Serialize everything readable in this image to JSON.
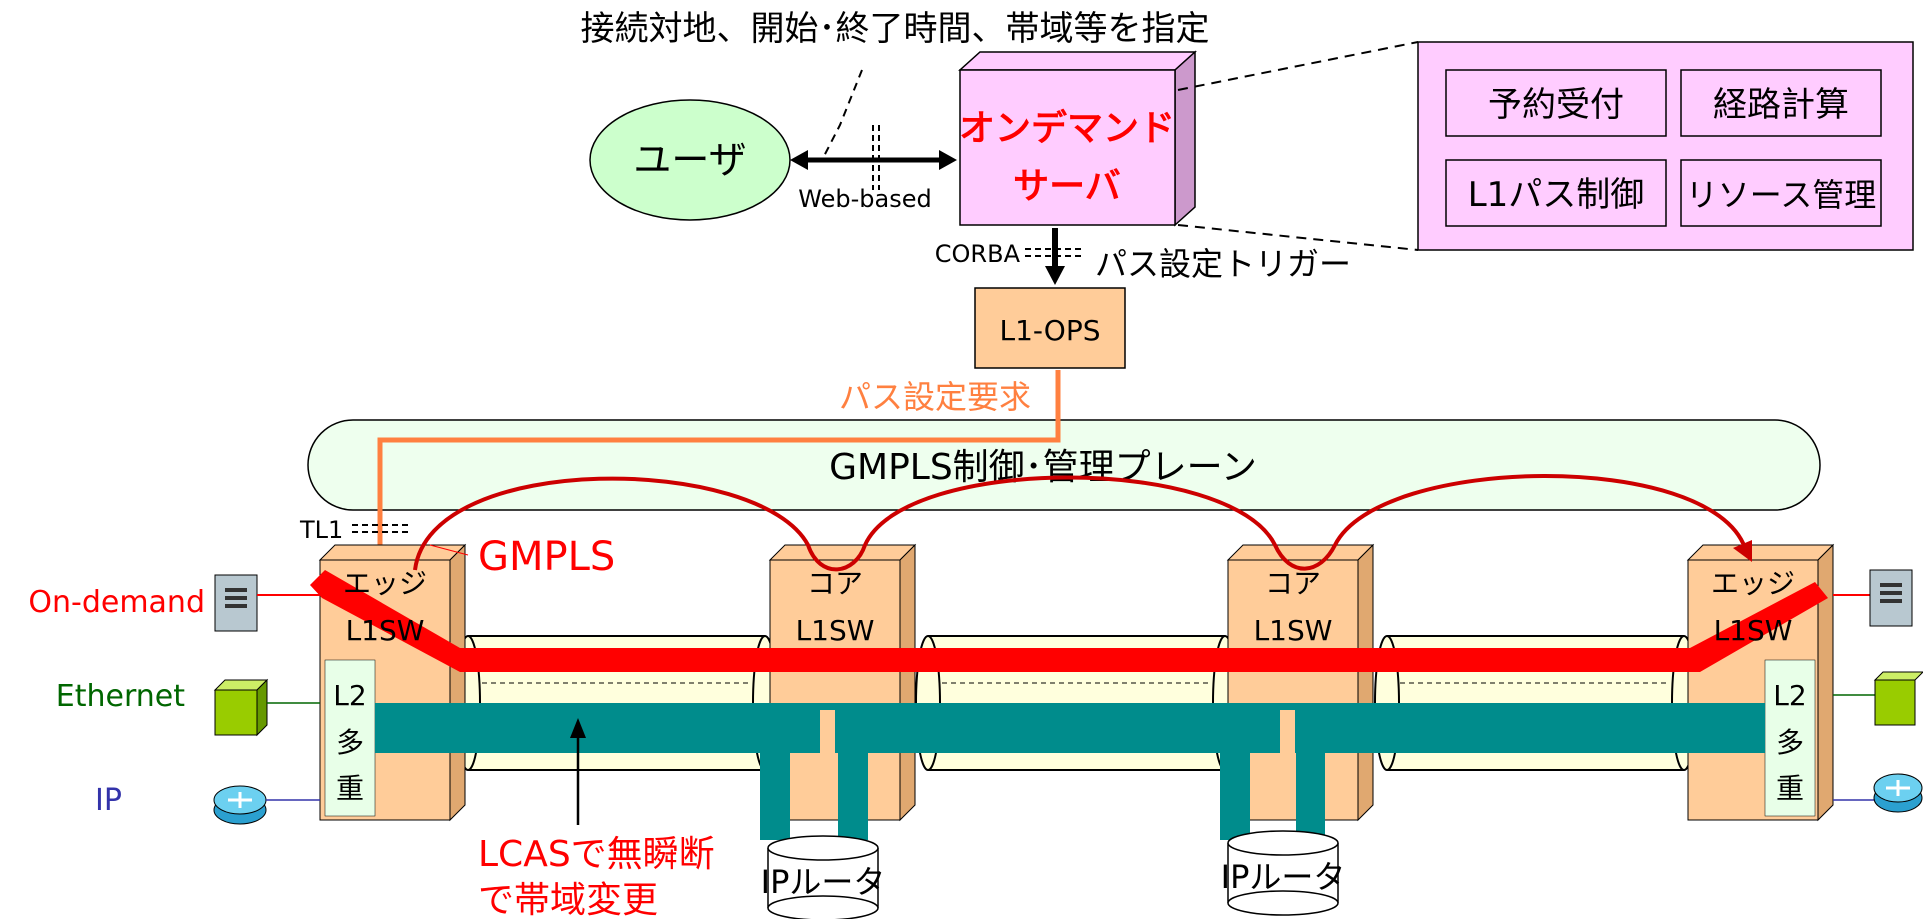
{
  "top_note": "接続対地、開始･終了時間、帯域等を指定",
  "user": {
    "label": "ユーザ",
    "color": "#ccffcc"
  },
  "web_label": "Web-based",
  "server": {
    "line1": "オンデマンド",
    "line2": "サーバ",
    "face_color": "#ffccff",
    "side_color": "#cc99cc",
    "text_color": "#ff0000"
  },
  "server_functions": [
    "予約受付",
    "経路計算",
    "L1パス制御",
    "リソース管理"
  ],
  "corba_label": "CORBA",
  "path_trigger": "パス設定トリガー",
  "ops": {
    "label": "L1-OPS",
    "color": "#ffcc99"
  },
  "path_request": {
    "label": "パス設定要求",
    "color": "#ff8040"
  },
  "control_plane": {
    "label": "GMPLS制御･管理プレーン",
    "color": "#eeffee"
  },
  "tl1_label": "TL1",
  "gmpls_label": "GMPLS",
  "edge_left": {
    "line1": "エッジ",
    "line2": "L1SW"
  },
  "edge_right": {
    "line1": "エッジ",
    "line2": "L1SW"
  },
  "core_1": {
    "line1": "コア",
    "line2": "L1SW"
  },
  "core_2": {
    "line1": "コア",
    "line2": "L1SW"
  },
  "l2_mux": {
    "line1": "L2",
    "line2": "多",
    "line3": "重"
  },
  "client_labels": [
    {
      "label": "On-demand",
      "color": "#ff0000"
    },
    {
      "label": "Ethernet",
      "color": "#006600"
    },
    {
      "label": "IP",
      "color": "#3333aa"
    }
  ],
  "routers": [
    "IPルータ",
    "IPルータ"
  ],
  "lcas_note": {
    "line1": "LCASで無瞬断",
    "line2": "で帯域変更",
    "color": "#ff0000"
  },
  "colors": {
    "red_path": "#ff0000",
    "teal_path": "#008c8c",
    "switch_face": "#ffcc99",
    "switch_side": "#e0a870",
    "fiber": "#ffffdd"
  }
}
